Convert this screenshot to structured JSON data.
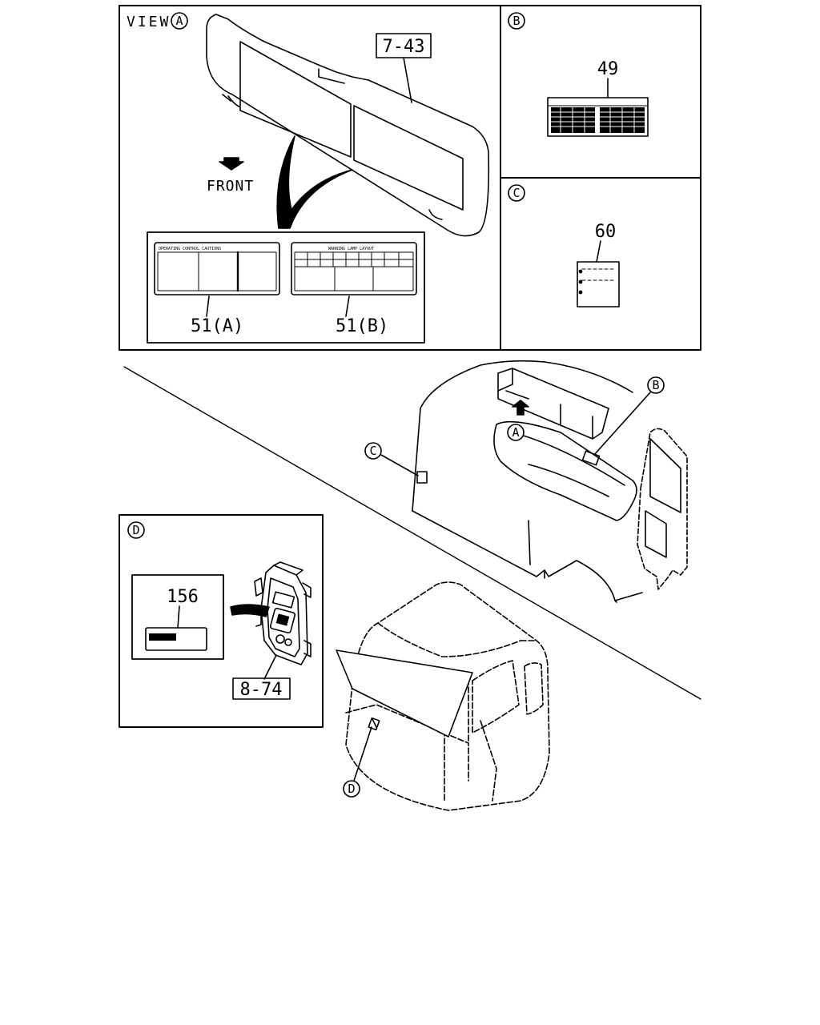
{
  "view_a": {
    "title": "VIEW",
    "circle": "A",
    "sun_visor_ref": "7-43",
    "front_label": "FRONT",
    "label_a": {
      "callout": "51(A)",
      "heading": "OPERATING CONTROL CAUTIONS"
    },
    "label_b": {
      "callout": "51(B)",
      "heading": "WARNING LAMP LAYOUT"
    }
  },
  "panel_b": {
    "circle": "B",
    "callout": "49"
  },
  "panel_c": {
    "circle": "C",
    "callout": "60"
  },
  "panel_d": {
    "circle": "D",
    "callout": "156",
    "switch_ref": "8-74"
  },
  "cab_callouts": {
    "a": "A",
    "b": "B",
    "c": "C",
    "d": "D"
  }
}
